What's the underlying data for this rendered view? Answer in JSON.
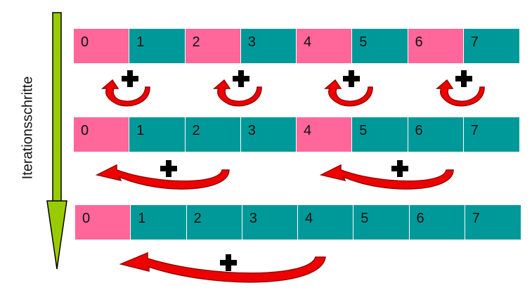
{
  "axis": {
    "label": "Iterationsschritte"
  },
  "rows": [
    {
      "cells": [
        {
          "label": "0",
          "color": "#ff6699"
        },
        {
          "label": "1",
          "color": "#009999"
        },
        {
          "label": "2",
          "color": "#ff6699"
        },
        {
          "label": "3",
          "color": "#009999"
        },
        {
          "label": "4",
          "color": "#ff6699"
        },
        {
          "label": "5",
          "color": "#009999"
        },
        {
          "label": "6",
          "color": "#ff6699"
        },
        {
          "label": "7",
          "color": "#009999"
        }
      ]
    },
    {
      "cells": [
        {
          "label": "0",
          "color": "#ff6699"
        },
        {
          "label": "1",
          "color": "#009999"
        },
        {
          "label": "2",
          "color": "#009999"
        },
        {
          "label": "3",
          "color": "#009999"
        },
        {
          "label": "4",
          "color": "#ff6699"
        },
        {
          "label": "5",
          "color": "#009999"
        },
        {
          "label": "6",
          "color": "#009999"
        },
        {
          "label": "7",
          "color": "#009999"
        }
      ]
    },
    {
      "cells": [
        {
          "label": "0",
          "color": "#ff6699"
        },
        {
          "label": "1",
          "color": "#009999"
        },
        {
          "label": "2",
          "color": "#009999"
        },
        {
          "label": "3",
          "color": "#009999"
        },
        {
          "label": "4",
          "color": "#009999"
        },
        {
          "label": "5",
          "color": "#009999"
        },
        {
          "label": "6",
          "color": "#009999"
        },
        {
          "label": "7",
          "color": "#009999"
        }
      ]
    }
  ],
  "colors": {
    "pink": "#ff6699",
    "teal": "#009999",
    "arrow_fill": "#ee0000",
    "arrow_stroke": "#990000",
    "axis_arrow": "#99cc00",
    "plus": "#000000"
  },
  "icons": {
    "combine": "plus-icon",
    "flow": "curved-arrow-icon",
    "time_axis": "down-arrow-icon"
  }
}
